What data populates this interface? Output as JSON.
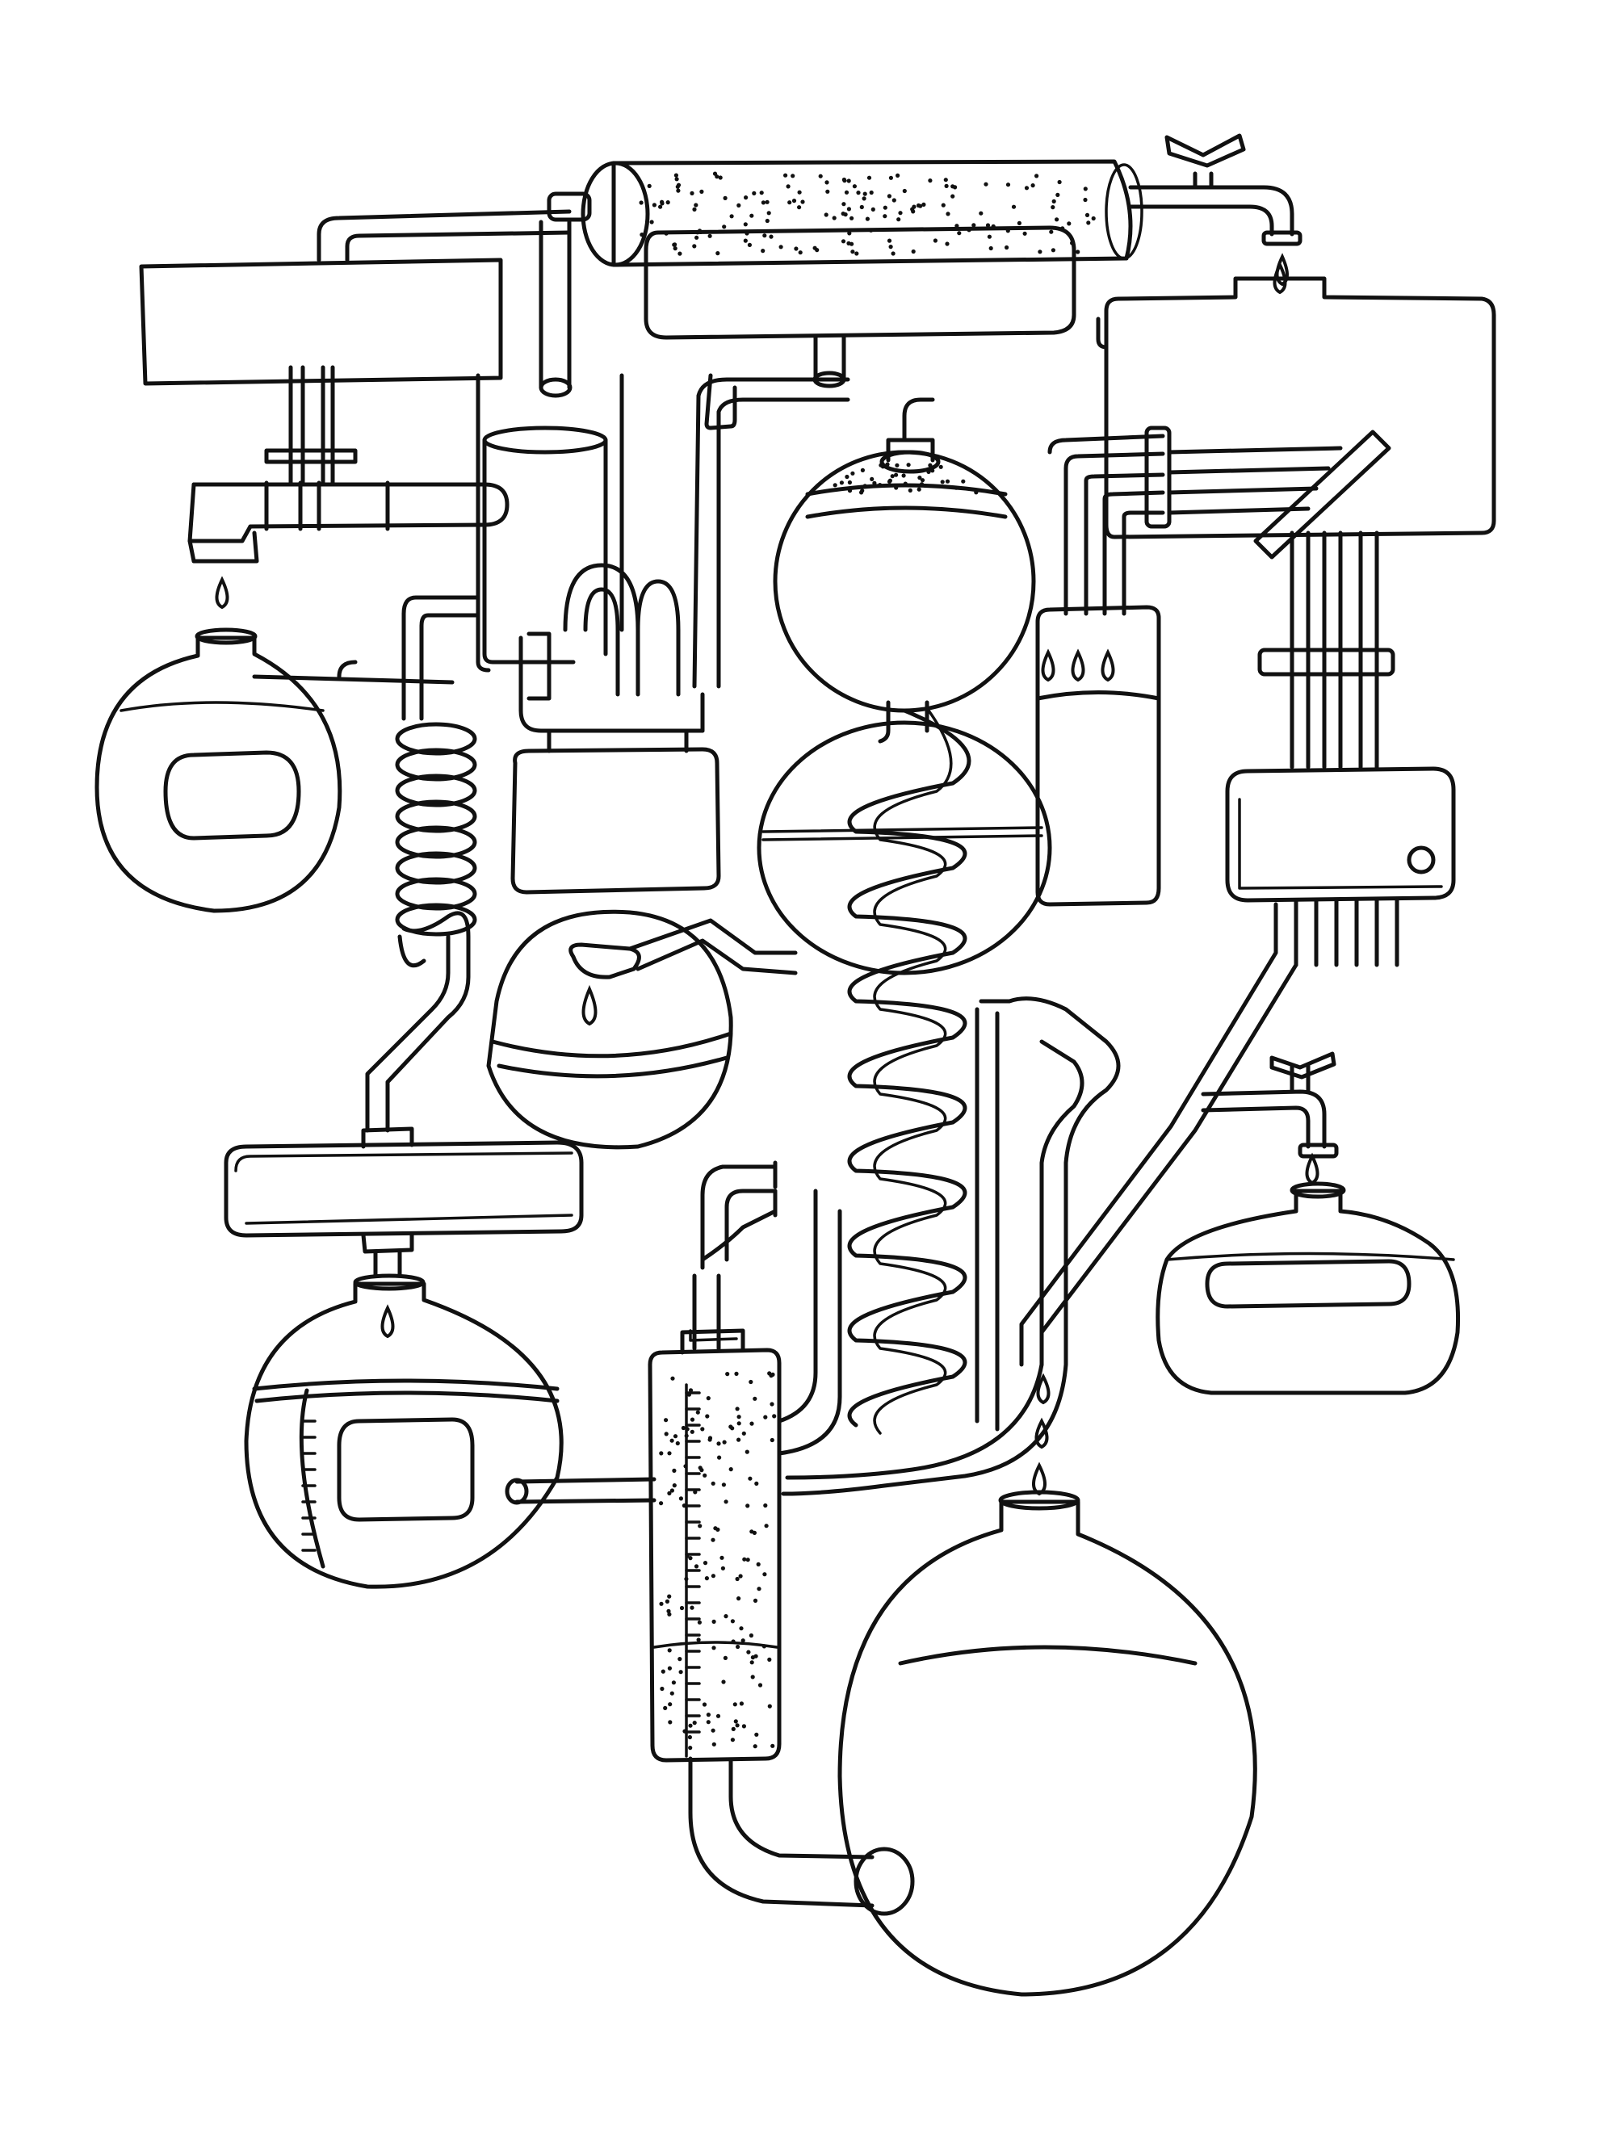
{
  "artwork": {
    "subject": "chemistry-apparatus-line-drawing",
    "style": "black ink outline on white, coloring page",
    "colors": {
      "ink": "#111111",
      "paper": "#ffffff"
    },
    "components": [
      "top-condenser-tube",
      "water-faucet-top-right",
      "left-reservoir-tank",
      "center-top-tray",
      "right-reservoir-tank",
      "left-spout-faucet",
      "left-round-flask",
      "left-coil-condenser",
      "u-tube-trap",
      "collection-box",
      "center-bulb-flask",
      "spiral-coil-column",
      "dripping-hemisphere-bulb",
      "three-drip-beaker",
      "right-control-box",
      "right-small-faucet",
      "right-squat-flask",
      "horizontal-vessel",
      "lower-left-flask",
      "graduated-cylinder",
      "large-bottom-flask"
    ]
  }
}
